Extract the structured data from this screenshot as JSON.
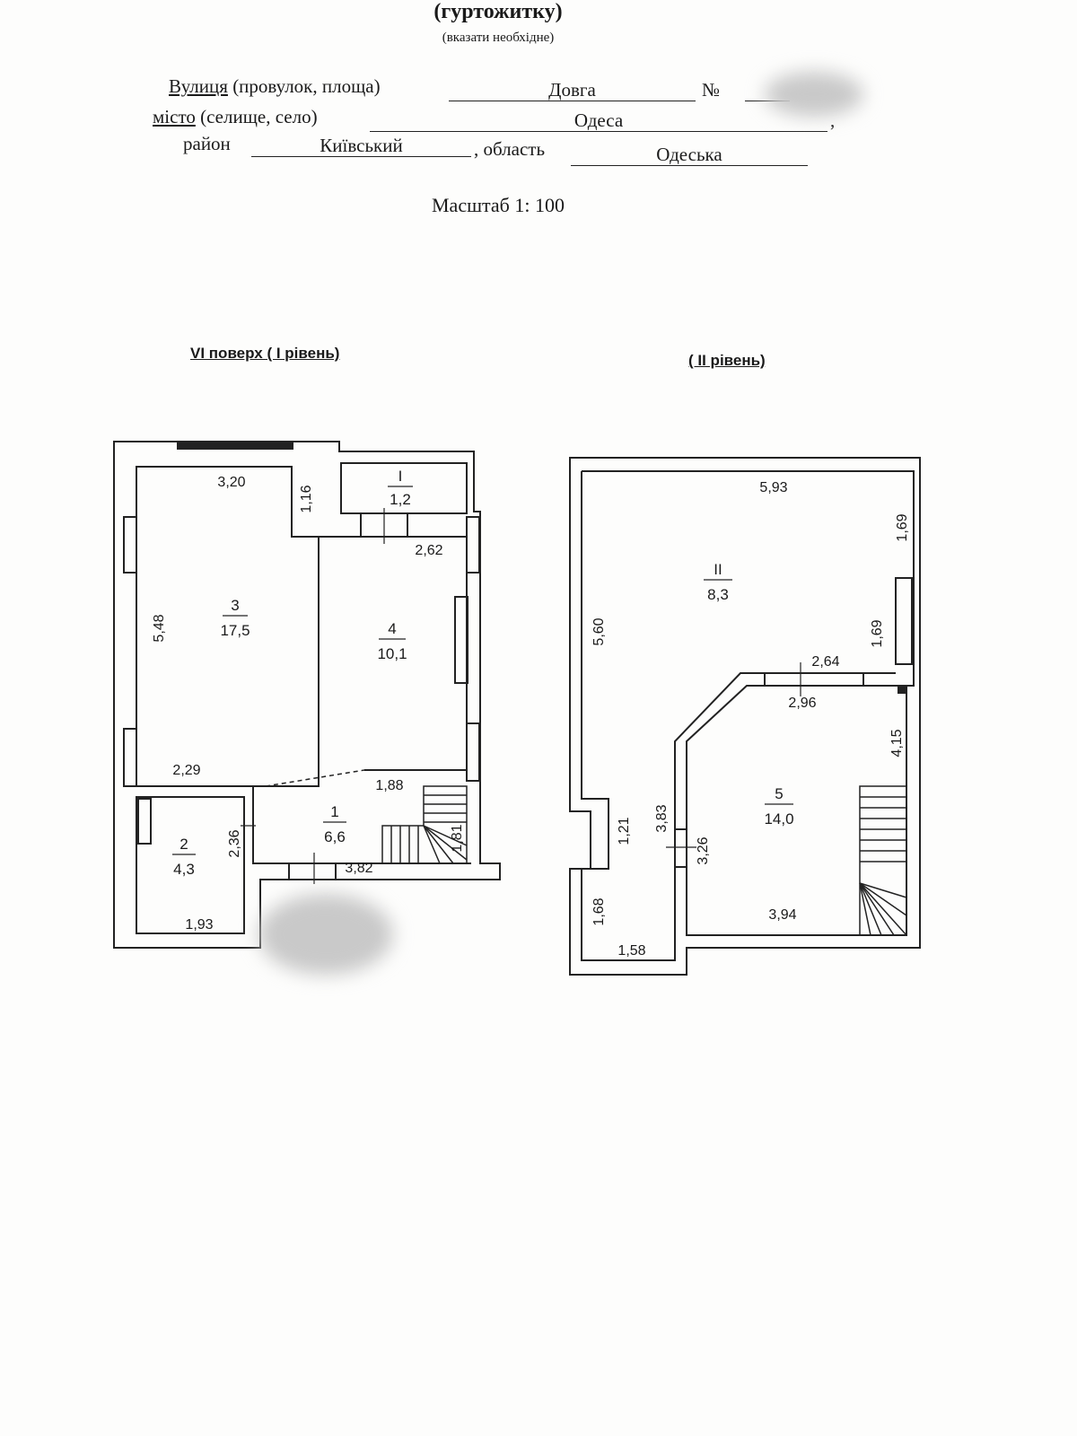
{
  "header": {
    "title": "(гуртожитку)",
    "note": "(вказати необхідне)"
  },
  "address": {
    "street_label": "Вулиця",
    "street_label_rest": "(провулок, площа)",
    "street_value": "Довга",
    "number_label": "№",
    "city_label": "місто",
    "city_label_rest": "(селище, село)",
    "city_value": "Одеса",
    "district_label": "район",
    "district_value": "Київський",
    "region_label": ", область",
    "region_value": "Одеська"
  },
  "scale": "Масштаб 1: 100",
  "level1": {
    "label": "VI поверх ( I рівень)",
    "rooms": [
      {
        "num": "3",
        "area": "17,5"
      },
      {
        "num": "4",
        "area": "10,1"
      },
      {
        "num": "I",
        "area": "1,2"
      },
      {
        "num": "1",
        "area": "6,6"
      },
      {
        "num": "2",
        "area": "4,3"
      }
    ],
    "dims": [
      "3,20",
      "1,16",
      "2,62",
      "5,48",
      "2,29",
      "1,88",
      "2,36",
      "3,82",
      "1,81",
      "1,93"
    ]
  },
  "level2": {
    "label": "( II рівень)",
    "rooms": [
      {
        "num": "II",
        "area": "8,3"
      },
      {
        "num": "5",
        "area": "14,0"
      }
    ],
    "dims": [
      "5,93",
      "1,69",
      "5,60",
      "1,69",
      "2,64",
      "2,96",
      "4,15",
      "1,21",
      "3,83",
      "3,26",
      "1,68",
      "1,58",
      "3,94"
    ]
  }
}
